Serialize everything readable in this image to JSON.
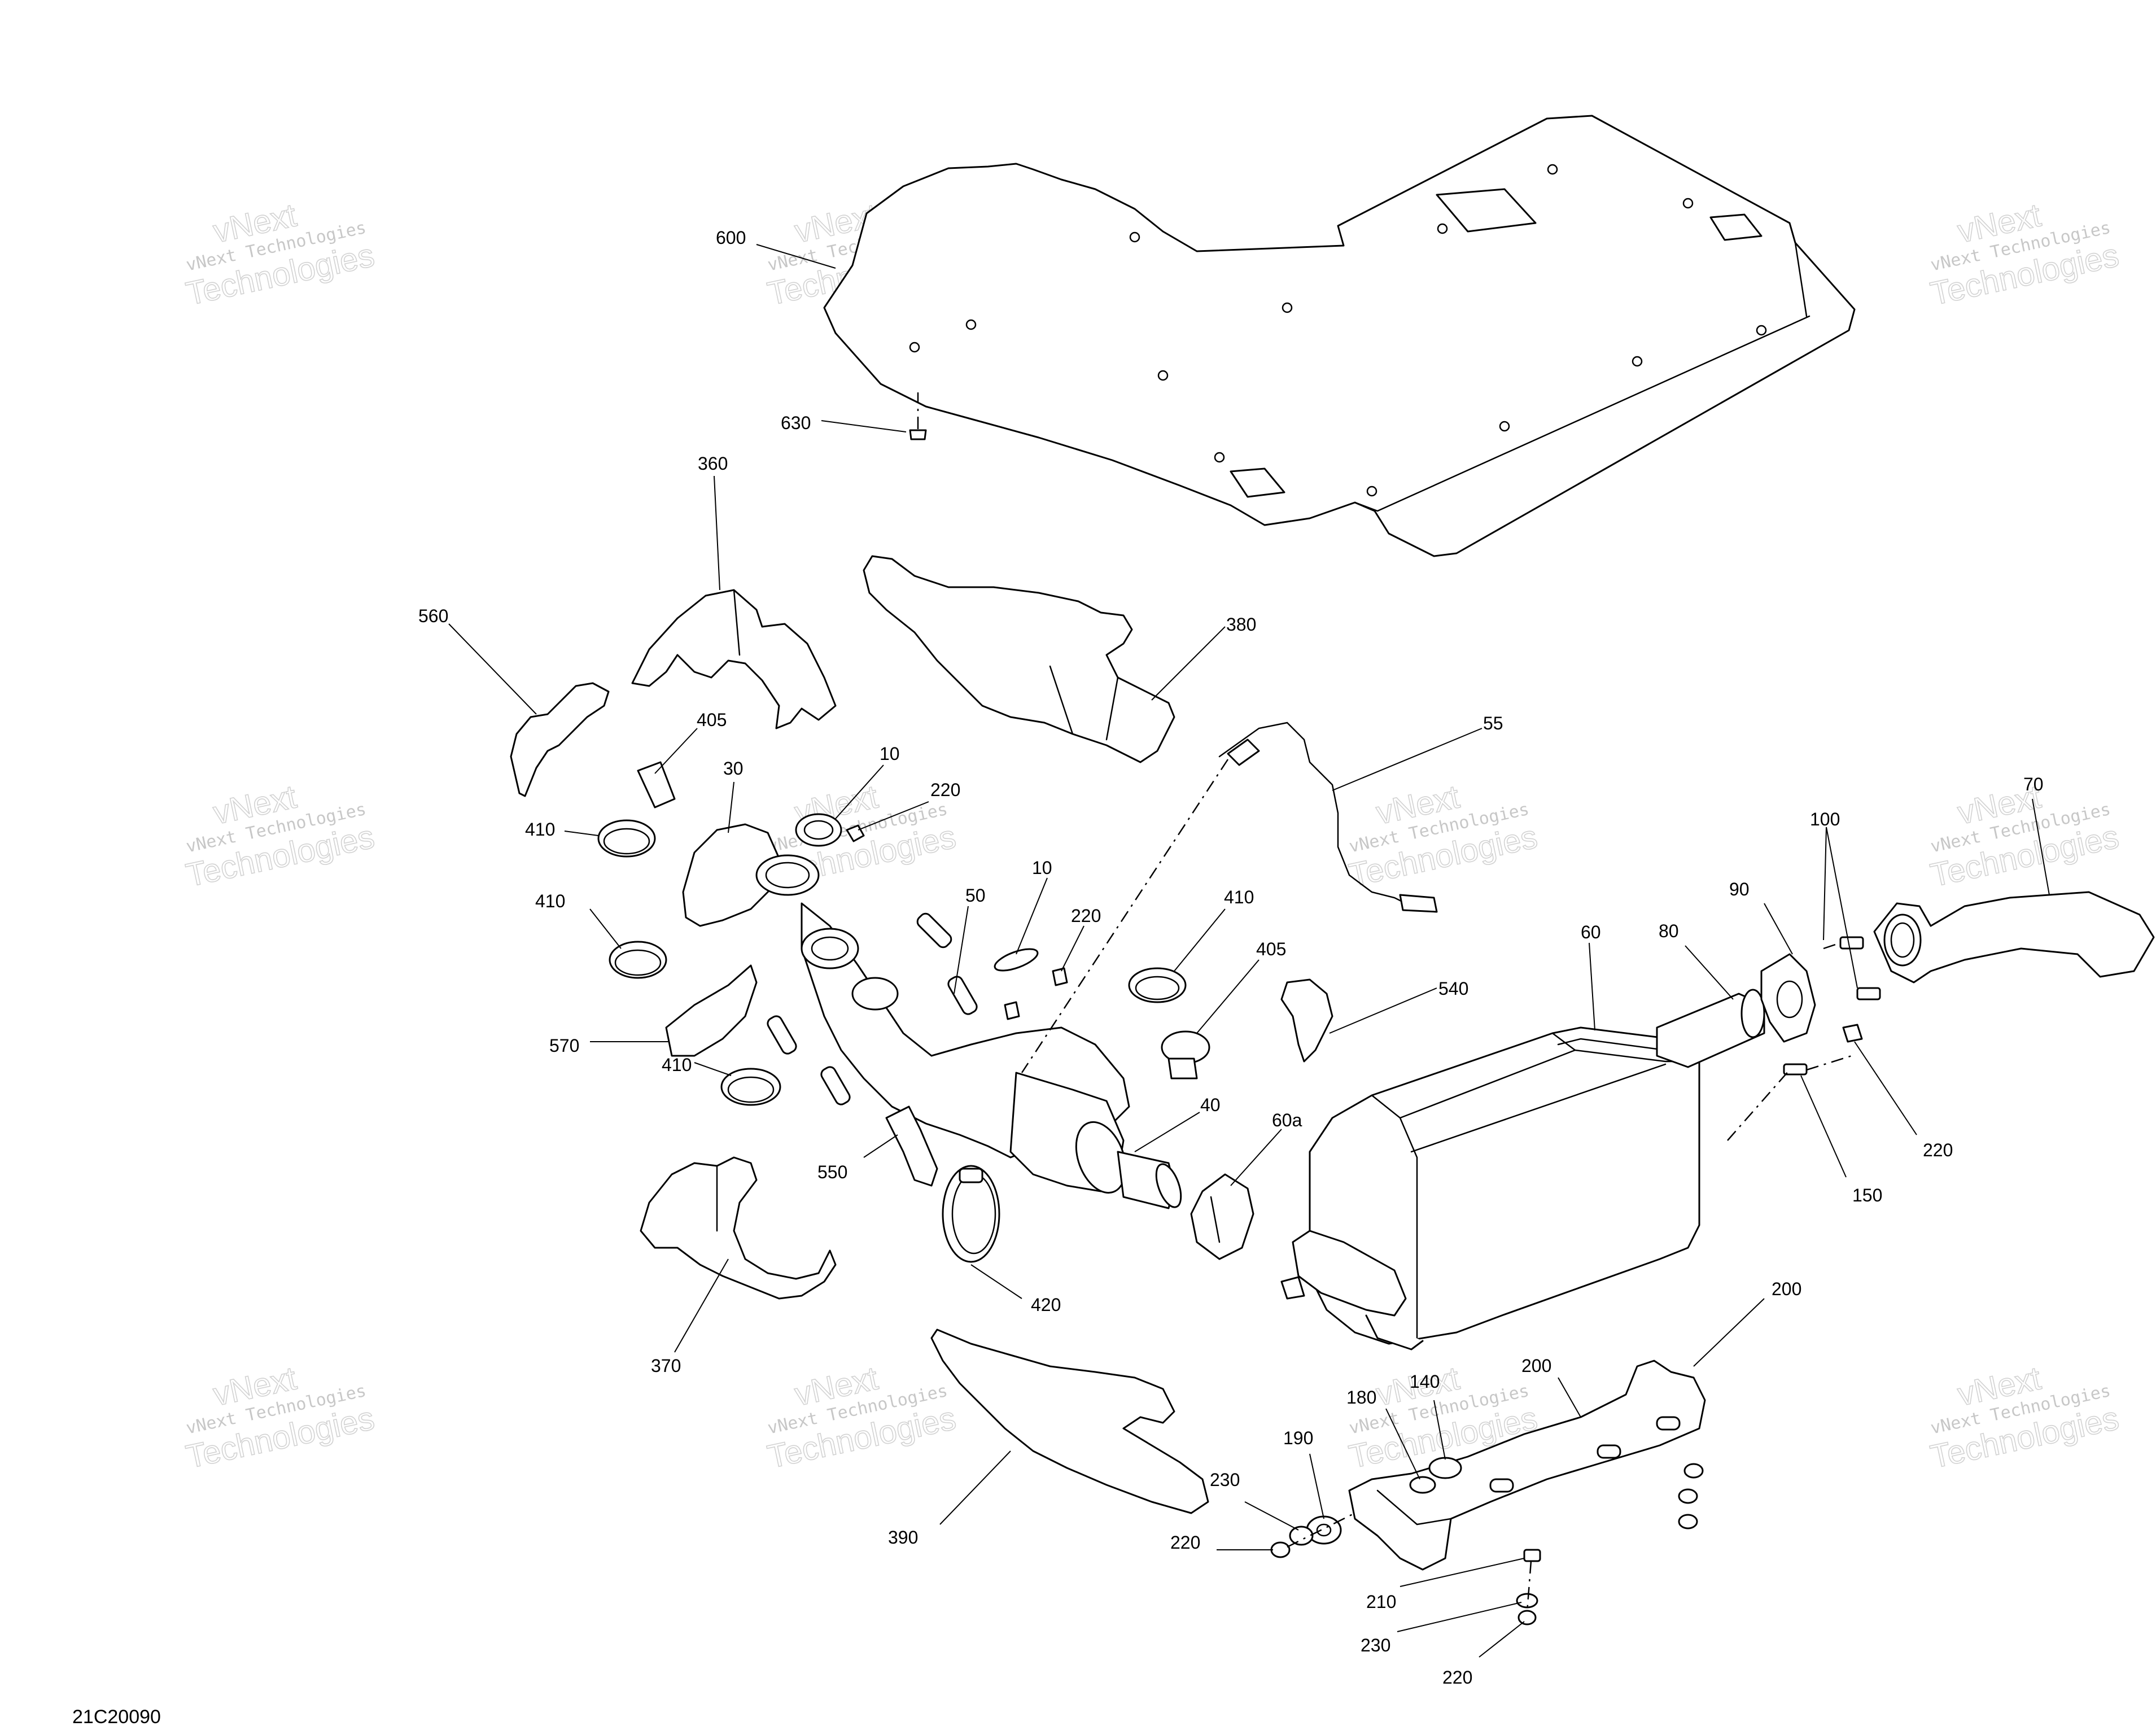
{
  "diagram": {
    "code": "21C20090",
    "watermark_line1": "vNext Technologies",
    "watermark_line2": "Technologies",
    "watermark_arc": "vNext",
    "callouts": [
      {
        "id": "c600",
        "label": "600"
      },
      {
        "id": "c630",
        "label": "630"
      },
      {
        "id": "c360",
        "label": "360"
      },
      {
        "id": "c560",
        "label": "560"
      },
      {
        "id": "c380",
        "label": "380"
      },
      {
        "id": "c405a",
        "label": "405"
      },
      {
        "id": "c30",
        "label": "30"
      },
      {
        "id": "c10a",
        "label": "10"
      },
      {
        "id": "c220a",
        "label": "220"
      },
      {
        "id": "c55",
        "label": "55"
      },
      {
        "id": "c410a",
        "label": "410"
      },
      {
        "id": "c410b",
        "label": "410"
      },
      {
        "id": "c10b",
        "label": "10"
      },
      {
        "id": "c50",
        "label": "50"
      },
      {
        "id": "c220b",
        "label": "220"
      },
      {
        "id": "c410c",
        "label": "410"
      },
      {
        "id": "c405b",
        "label": "405"
      },
      {
        "id": "c570",
        "label": "570"
      },
      {
        "id": "c410d",
        "label": "410"
      },
      {
        "id": "c540",
        "label": "540"
      },
      {
        "id": "c60",
        "label": "60"
      },
      {
        "id": "c80",
        "label": "80"
      },
      {
        "id": "c90",
        "label": "90"
      },
      {
        "id": "c100",
        "label": "100"
      },
      {
        "id": "c70",
        "label": "70"
      },
      {
        "id": "c40",
        "label": "40"
      },
      {
        "id": "c60a",
        "label": "60a"
      },
      {
        "id": "c550",
        "label": "550"
      },
      {
        "id": "c420",
        "label": "420"
      },
      {
        "id": "c370",
        "label": "370"
      },
      {
        "id": "c220c",
        "label": "220"
      },
      {
        "id": "c150",
        "label": "150"
      },
      {
        "id": "c200a",
        "label": "200"
      },
      {
        "id": "c200b",
        "label": "200"
      },
      {
        "id": "c140",
        "label": "140"
      },
      {
        "id": "c180",
        "label": "180"
      },
      {
        "id": "c190",
        "label": "190"
      },
      {
        "id": "c230a",
        "label": "230"
      },
      {
        "id": "c220d",
        "label": "220"
      },
      {
        "id": "c390",
        "label": "390"
      },
      {
        "id": "c210",
        "label": "210"
      },
      {
        "id": "c230b",
        "label": "230"
      },
      {
        "id": "c220e",
        "label": "220"
      }
    ]
  }
}
